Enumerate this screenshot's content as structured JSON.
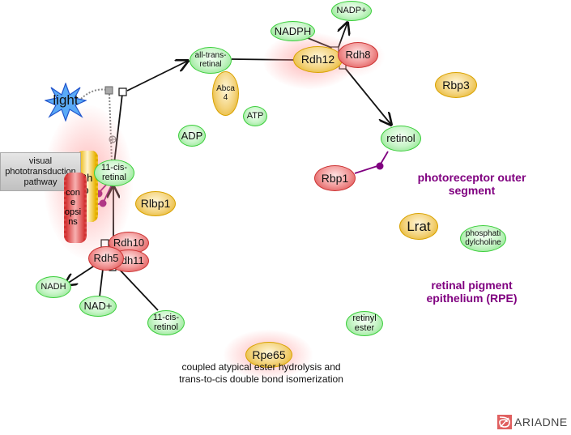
{
  "diagram": {
    "title": "Visual cycle pathway",
    "colors": {
      "small_molecule": "#7ee07e",
      "protein_orange": "#e0aa10",
      "protein_red": "#d94040",
      "compartment_text": "#800080",
      "inhibition_line": "#800080"
    },
    "nodes": {
      "light": "light",
      "all_trans_retinal": "all-trans-\nretinal",
      "abca4": "Abca\n4",
      "atp": "ATP",
      "adp": "ADP",
      "nadph": "NADPH",
      "nadp_plus": "NADP+",
      "rdh12": "Rdh12",
      "rdh8": "Rdh8",
      "rbp3": "Rbp3",
      "retinol": "retinol",
      "rbp1": "Rbp1",
      "eleven_cis_retinal": "11-cis-\nretinal",
      "rlbp1": "Rlbp1",
      "rho": "Rh\no",
      "cone_opsins": "con\ne\nopsi\nns",
      "rdh10": "Rdh10",
      "rdh11": "Rdh11",
      "rdh5": "Rdh5",
      "nadh": "NADH",
      "nad_plus": "NAD+",
      "eleven_cis_retinol": "11-cis-\nretinol",
      "lrat": "Lrat",
      "phosphatidylcholine": "phosphati\ndylcholine",
      "retinyl_ester": "retinyl\nester",
      "rpe65": "Rpe65"
    },
    "pathway_link": "visual\nphototransduction\npathway",
    "compartments": {
      "outer_segment": "photoreceptor outer\nsegment",
      "rpe": "retinal pigment\nepithelium (RPE)"
    },
    "annotation": "coupled atypical ester hydrolysis and\ntrans-to-cis double bond isomerization",
    "logo": "ARIADNE"
  }
}
